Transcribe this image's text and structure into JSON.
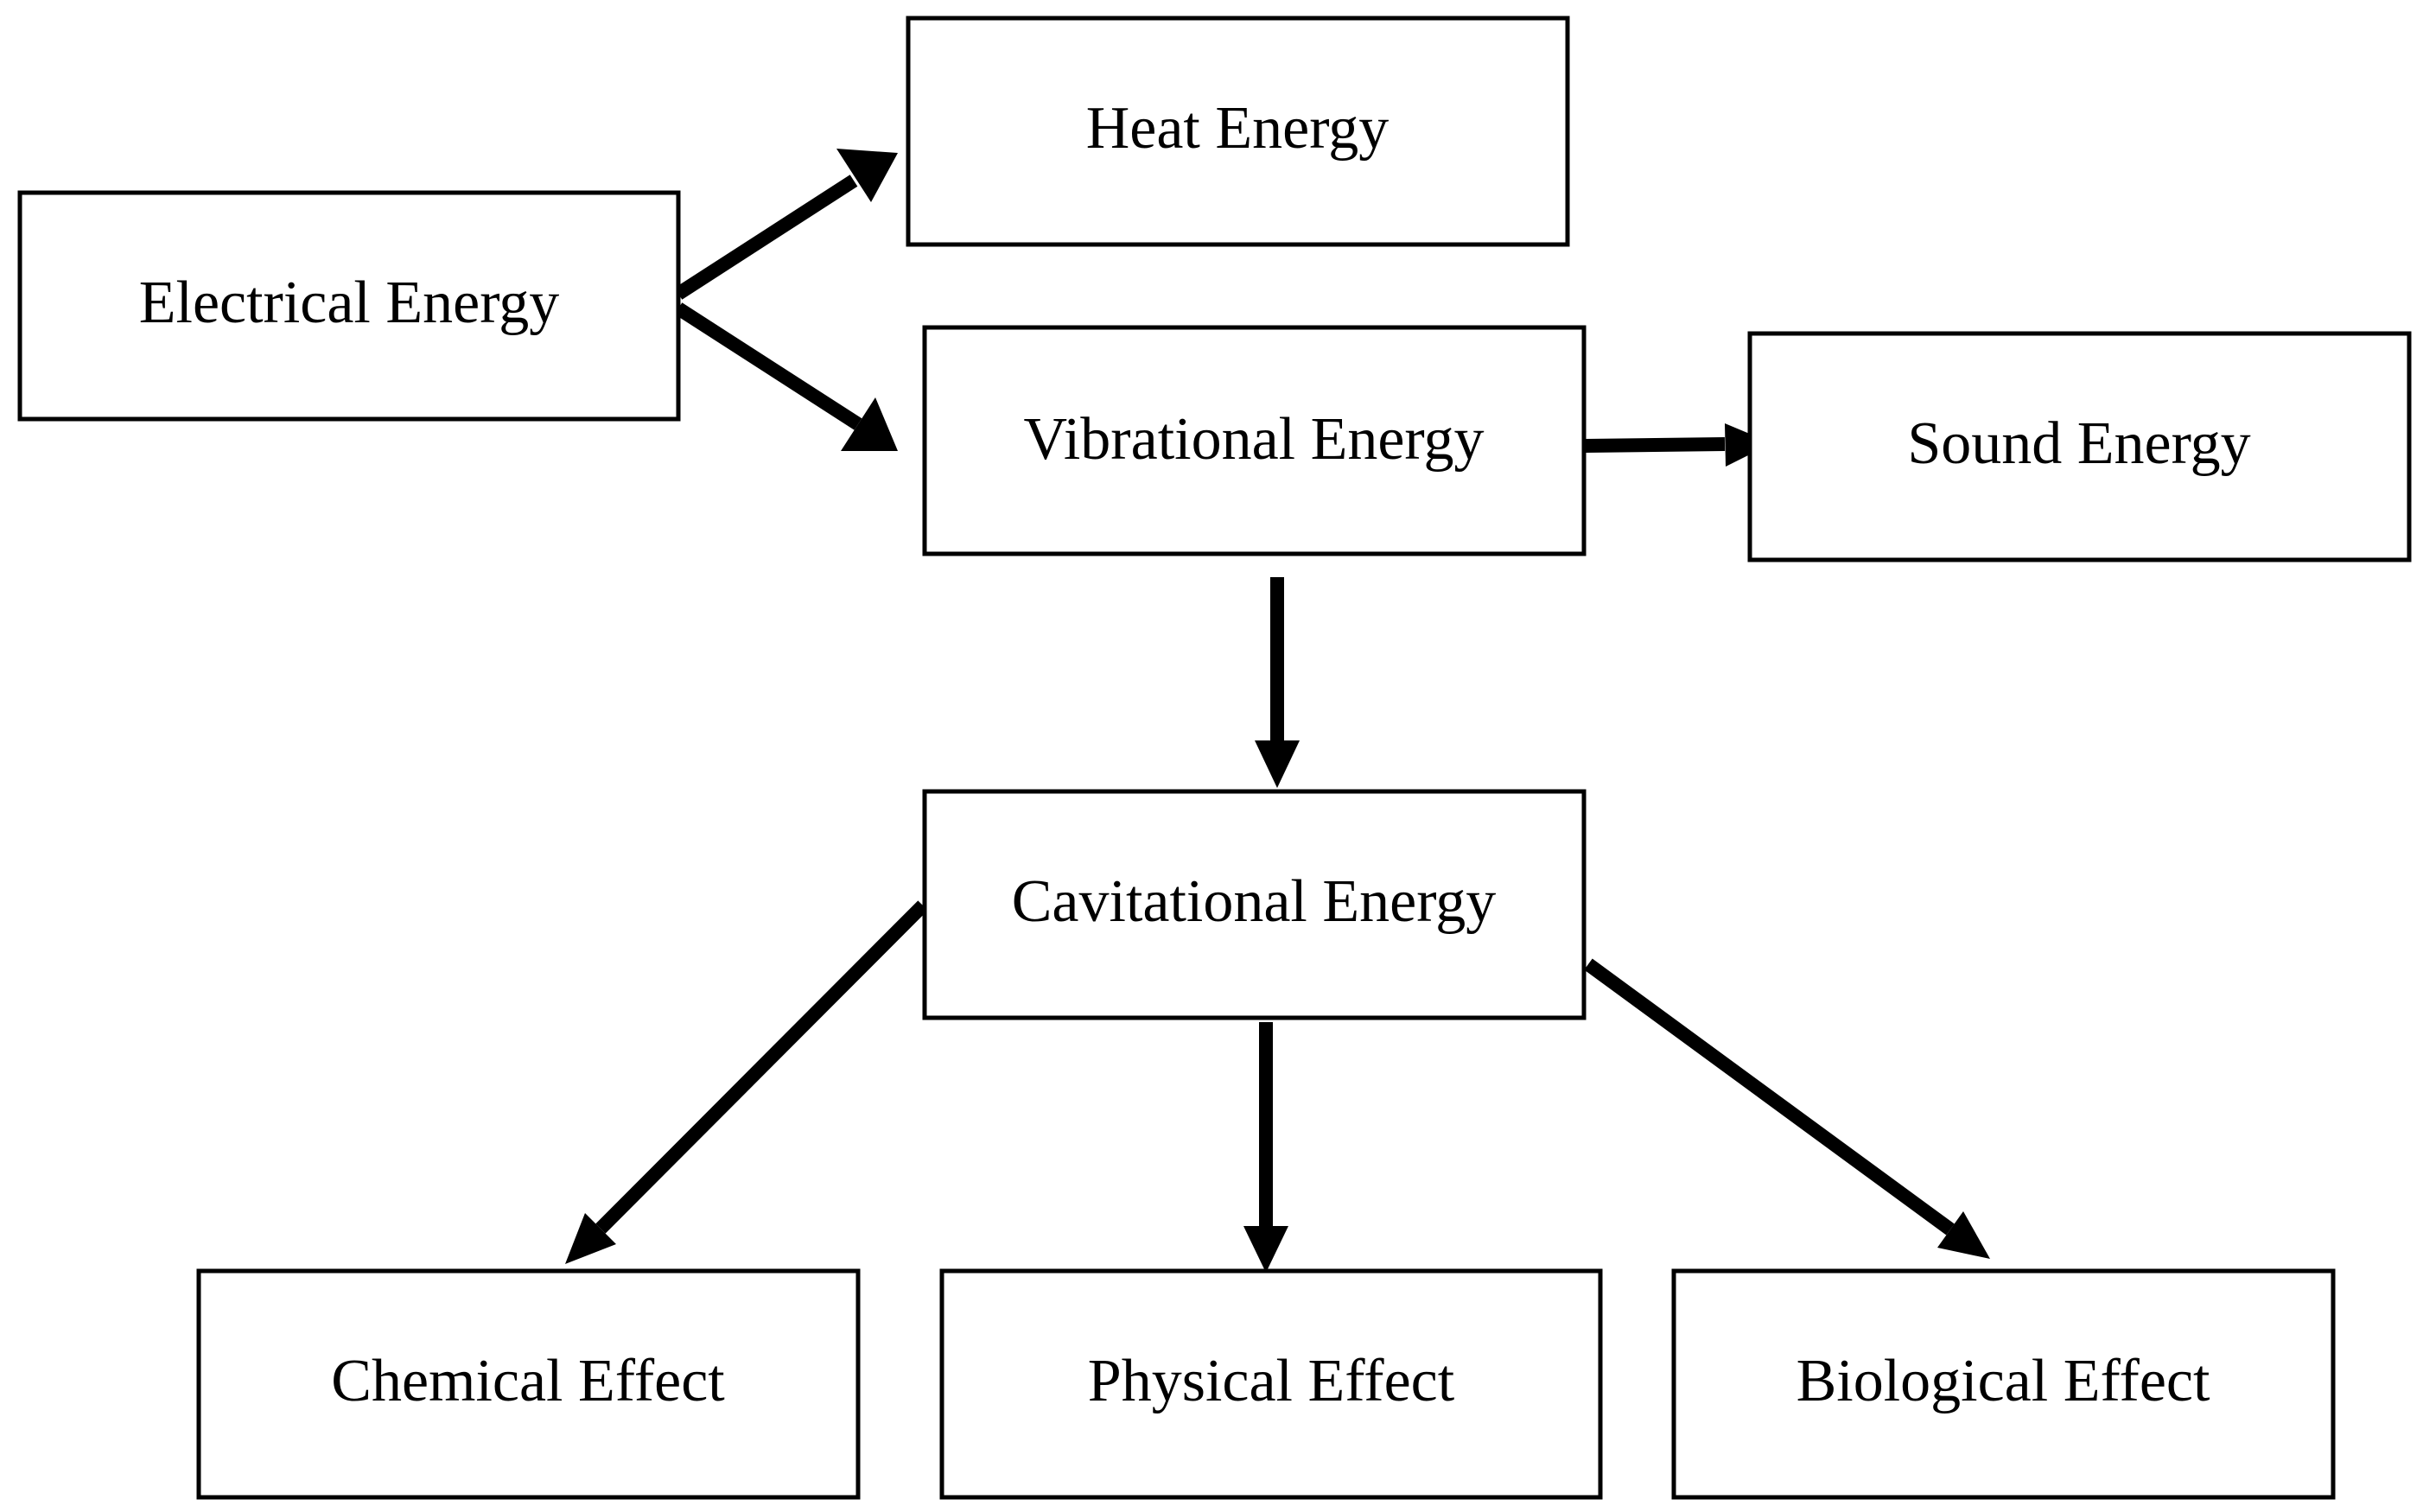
{
  "nodes": {
    "electrical": "Electrical Energy",
    "heat": "Heat Energy",
    "vibrational": "Vibrational Energy",
    "sound": "Sound Energy",
    "cavitational": "Cavitational Energy",
    "chemical": "Chemical Effect",
    "physical": "Physical Effect",
    "biological": "Biological Effect"
  },
  "edges": [
    {
      "from": "electrical",
      "to": "heat"
    },
    {
      "from": "electrical",
      "to": "vibrational"
    },
    {
      "from": "vibrational",
      "to": "sound"
    },
    {
      "from": "vibrational",
      "to": "cavitational"
    },
    {
      "from": "cavitational",
      "to": "chemical"
    },
    {
      "from": "cavitational",
      "to": "physical"
    },
    {
      "from": "cavitational",
      "to": "biological"
    }
  ],
  "colors": {
    "stroke": "#000000",
    "background": "#ffffff"
  }
}
